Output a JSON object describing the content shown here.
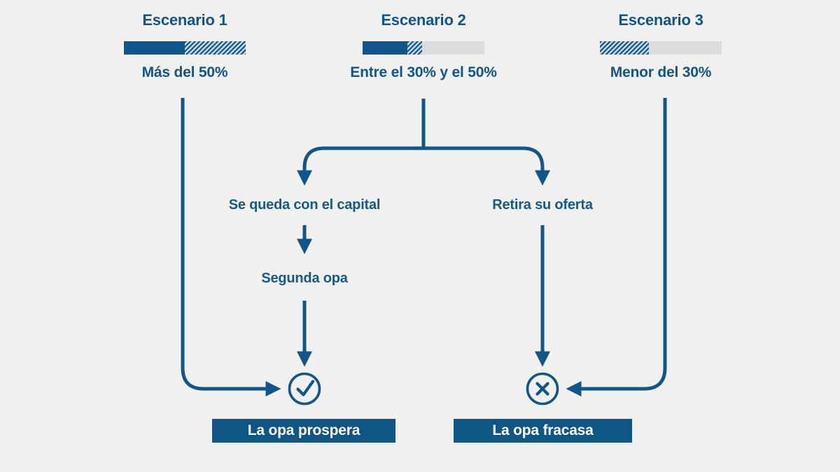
{
  "colors": {
    "blue": "#10568c",
    "bar_empty_gray": "#dcdcdb",
    "background": "#f0f0ee",
    "banner_background": "#0f5586",
    "banner_text": "#ffffff"
  },
  "scenarios": [
    {
      "title": "Escenario 1",
      "range_label": "Más del 50%",
      "bar": {
        "solid_pct": 50,
        "hatched_pct": 50,
        "empty_pct": 0
      }
    },
    {
      "title": "Escenario 2",
      "range_label": "Entre el 30% y el 50%",
      "bar": {
        "solid_pct": 37,
        "hatched_pct": 12,
        "empty_pct": 51
      }
    },
    {
      "title": "Escenario 3",
      "range_label": "Menor del 30%",
      "bar": {
        "solid_pct": 0,
        "hatched_pct": 40,
        "empty_pct": 60
      }
    }
  ],
  "flow": {
    "keep_capital": "Se queda con el capital",
    "withdraw_offer": "Retira su oferta",
    "second_opa": "Segunda opa",
    "outcome_success": "La opa prospera",
    "outcome_failure": "La opa fracasa"
  },
  "icons": {
    "success": "check-circle-icon",
    "failure": "cross-circle-icon"
  }
}
